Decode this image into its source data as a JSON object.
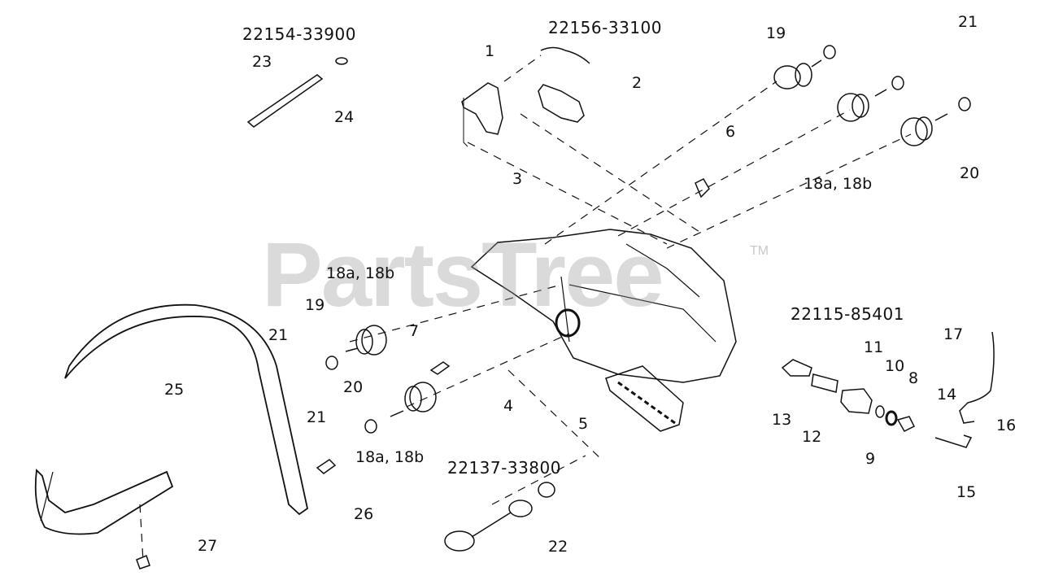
{
  "watermark": {
    "text": "PartsTree",
    "tm": "TM"
  },
  "part_numbers": {
    "pn_front_handle": "22154-33900",
    "pn_top": "22156-33100",
    "pn_right": "22115-85401",
    "pn_bottom": "22137-33800"
  },
  "callouts": {
    "c1": "1",
    "c2": "2",
    "c3": "3",
    "c4": "4",
    "c5": "5",
    "c6": "6",
    "c7": "7",
    "c8": "8",
    "c9": "9",
    "c10": "10",
    "c11": "11",
    "c12": "12",
    "c13": "13",
    "c14": "14",
    "c15": "15",
    "c16": "16",
    "c17": "17",
    "c18_top": "18a, 18b",
    "c18_mid": "18a, 18b",
    "c18_low": "18a, 18b",
    "c19_top": "19",
    "c19_mid": "19",
    "c20_right": "20",
    "c20_left": "20",
    "c21_topright": "21",
    "c21_left": "21",
    "c21_low": "21",
    "c22": "22",
    "c23": "23",
    "c24": "24",
    "c25": "25",
    "c26": "26",
    "c27": "27"
  }
}
